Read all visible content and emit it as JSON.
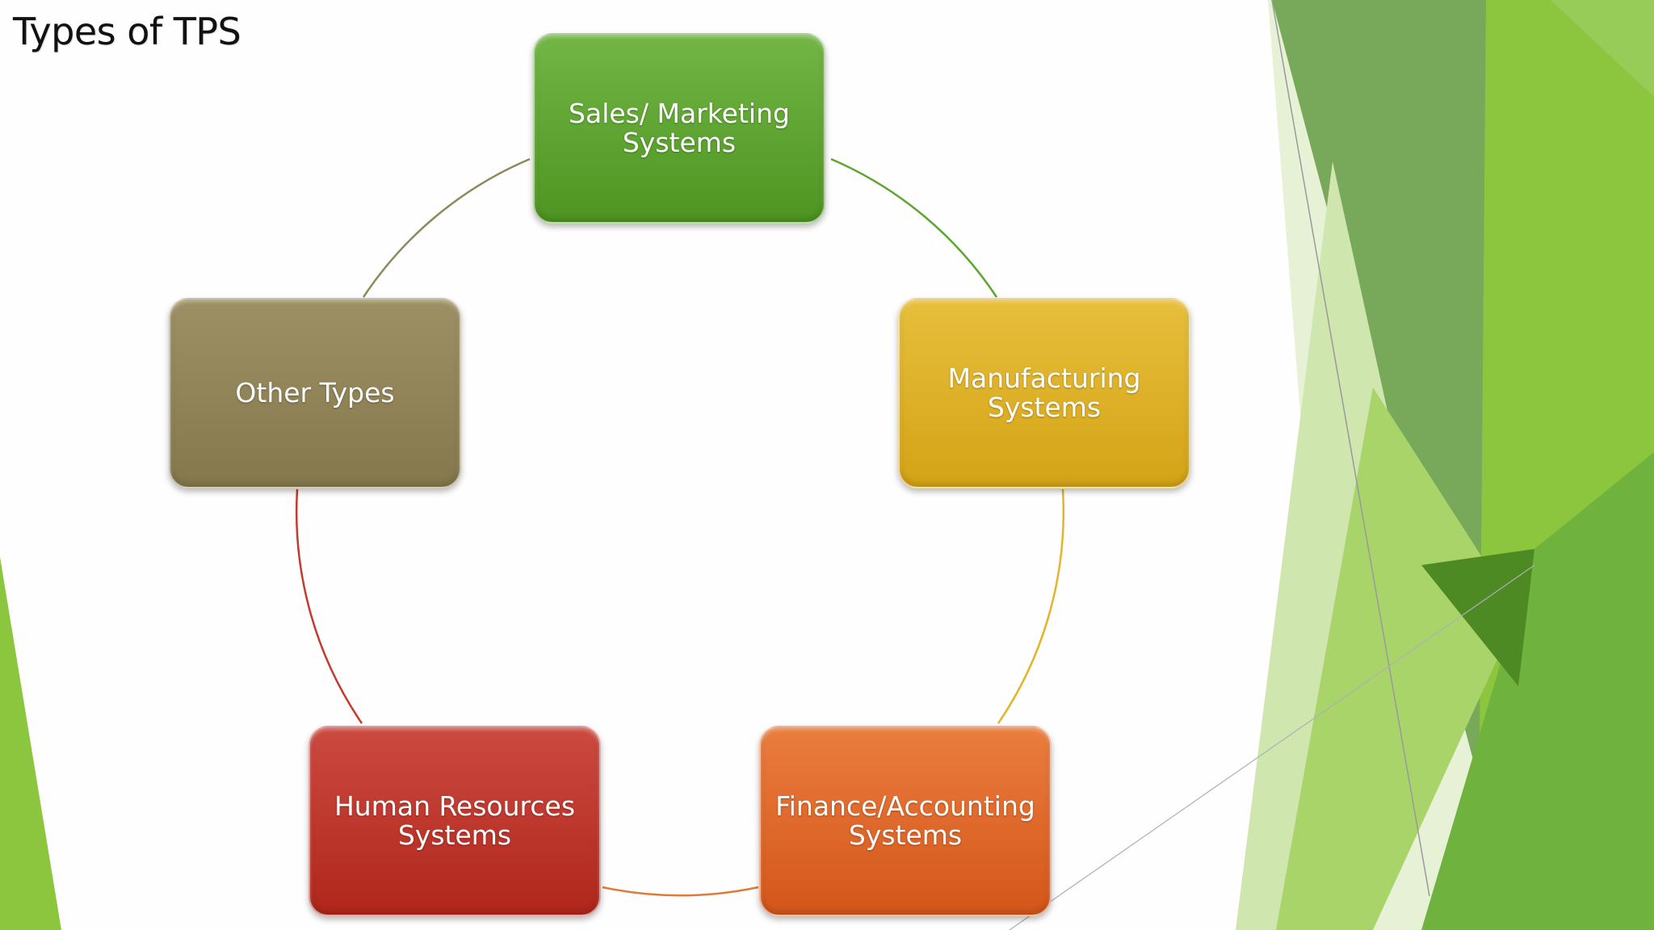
{
  "slide": {
    "title": "Types of TPS"
  },
  "diagram": {
    "type": "cycle",
    "nodes": [
      {
        "id": "sales",
        "label": "Sales/ Marketing\nSystems",
        "color": "#5fa532"
      },
      {
        "id": "manufacturing",
        "label": "Manufacturing\nSystems",
        "color": "#ddb128"
      },
      {
        "id": "finance",
        "label": "Finance/Accounting\nSystems",
        "color": "#df6a2c"
      },
      {
        "id": "hr",
        "label": "Human Resources\nSystems",
        "color": "#be382d"
      },
      {
        "id": "other",
        "label": "Other Types",
        "color": "#908458"
      }
    ]
  },
  "theme": {
    "accent_green": "#7ab648",
    "dark_green": "#4e8a2a",
    "light_green": "#c8e3a4"
  }
}
